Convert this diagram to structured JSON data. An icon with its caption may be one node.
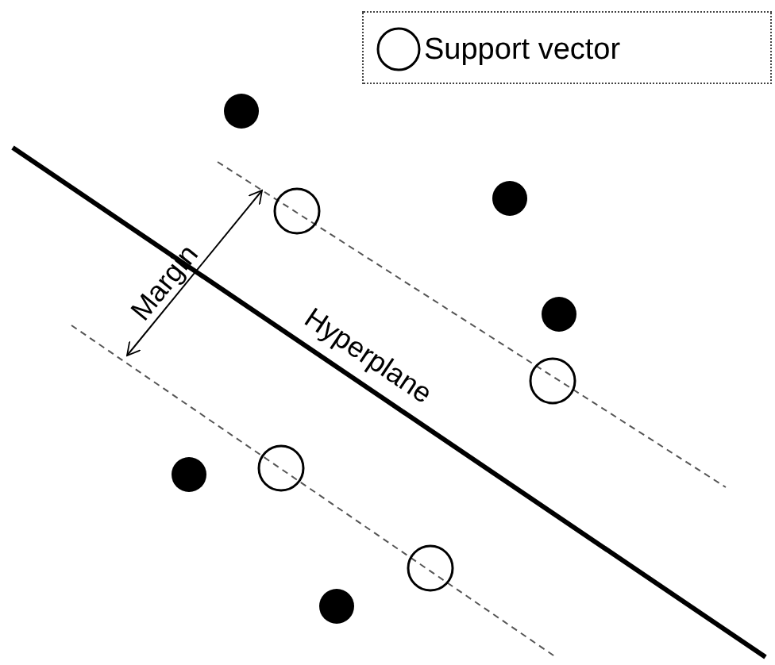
{
  "diagram": {
    "labels": [
      "Margin",
      "Hyperplane"
    ],
    "legend": [
      {
        "text": "Support vector"
      }
    ]
  }
}
